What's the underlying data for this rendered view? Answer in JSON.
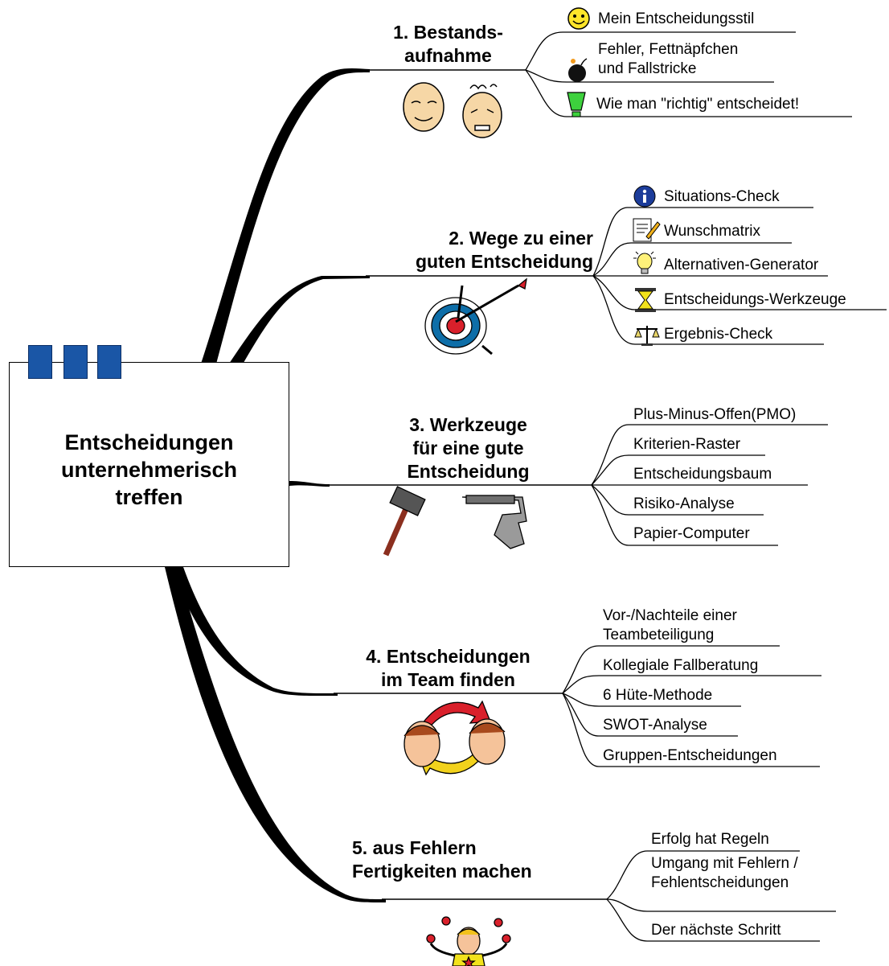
{
  "central": {
    "title": "Entscheidungen\nunternehmerisch\ntreffen"
  },
  "branches": [
    {
      "heading": "1. Bestands-\naufnahme",
      "leaves": [
        {
          "label": "Mein Entscheidungsstil",
          "icon": "smiley-icon"
        },
        {
          "label": "Fehler, Fettnäpfchen\n und Fallstricke",
          "icon": "bomb-icon"
        },
        {
          "label": "Wie man \"richtig\" entscheidet!",
          "icon": "green-cup-icon"
        }
      ],
      "illustration": "faces-illustration"
    },
    {
      "heading": "2. Wege zu einer\nguten Entscheidung",
      "leaves": [
        {
          "label": "Situations-Check",
          "icon": "info-icon"
        },
        {
          "label": "Wunschmatrix",
          "icon": "note-pencil-icon"
        },
        {
          "label": "Alternativen-Generator",
          "icon": "lightbulb-icon"
        },
        {
          "label": "Entscheidungs-Werkzeuge",
          "icon": "hourglass-icon"
        },
        {
          "label": "Ergebnis-Check",
          "icon": "scales-icon"
        }
      ],
      "illustration": "target-arrows-illustration"
    },
    {
      "heading": "3.  Werkzeuge\nfür eine gute\nEntscheidung",
      "leaves": [
        {
          "label": "Plus-Minus-Offen(PMO)"
        },
        {
          "label": "Kriterien-Raster"
        },
        {
          "label": "Entscheidungsbaum"
        },
        {
          "label": "Risiko-Analyse"
        },
        {
          "label": "Papier-Computer"
        }
      ],
      "illustration": "hammer-pistol-illustration"
    },
    {
      "heading": "4. Entscheidungen\nim Team finden",
      "leaves": [
        {
          "label": "Vor-/Nachteile einer\nTeambeteiligung"
        },
        {
          "label": "Kollegiale Fallberatung"
        },
        {
          "label": "6 Hüte-Methode"
        },
        {
          "label": "SWOT-Analyse"
        },
        {
          "label": "Gruppen-Entscheidungen"
        }
      ],
      "illustration": "two-faces-cycle-illustration"
    },
    {
      "heading": "5. aus Fehlern\n  Fertigkeiten machen",
      "leaves": [
        {
          "label": "Erfolg hat Regeln"
        },
        {
          "label": "Umgang mit Fehlern /\nFehlentscheidungen"
        },
        {
          "label": "Der nächste Schritt"
        }
      ],
      "illustration": "juggler-illustration"
    }
  ]
}
